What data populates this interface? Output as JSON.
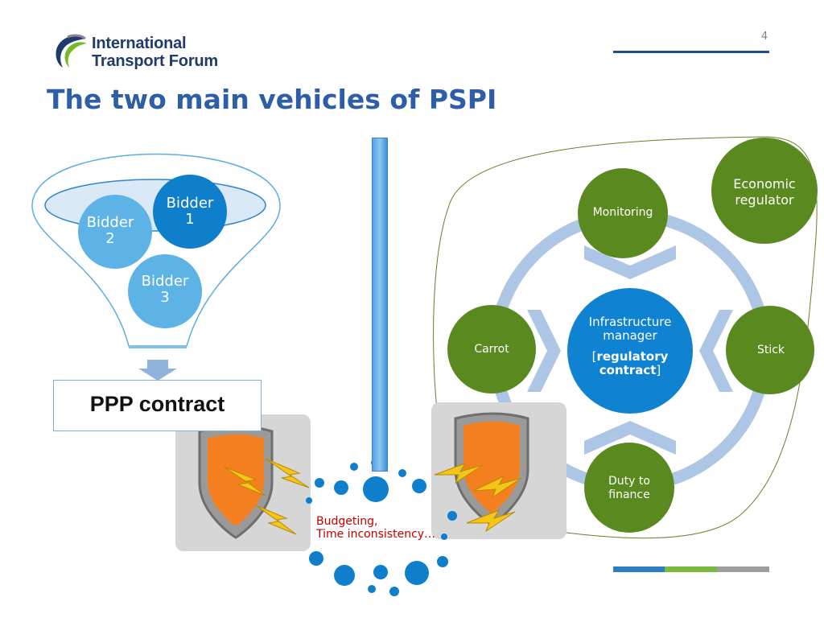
{
  "header": {
    "page_number": "4",
    "logo_line1": "International",
    "logo_line2": "Transport Forum",
    "title": "The two main vehicles of PSPI"
  },
  "ppp": {
    "bidder1": [
      "Bidder",
      "1"
    ],
    "bidder2": [
      "Bidder",
      "2"
    ],
    "bidder3": [
      "Bidder",
      "3"
    ],
    "contract_label": "PPP contract"
  },
  "regulatory": {
    "economic_regulator": [
      "Economic",
      "regulator"
    ],
    "monitoring": "Monitoring",
    "carrot": "Carrot",
    "stick": "Stick",
    "duty_to_finance": [
      "Duty to",
      "finance"
    ],
    "infrastructure_manager": [
      "Infrastructure",
      "manager"
    ],
    "regulatory_contract": [
      "regulatory",
      "contract"
    ]
  },
  "risk": {
    "budget_line1": "Budgeting,",
    "budget_line2": "Time inconsistency…"
  },
  "colors": {
    "title_blue": "#2f5ea8",
    "bidder_dark": "#0f7ecb",
    "bidder_light": "#5eb3e6",
    "node_green": "#5a8a1f",
    "center_blue": "#0f82d1",
    "arrow_pale": "#adc6e6",
    "shield_orange": "#f47f1f",
    "bolt_yellow": "#f5c518",
    "risk_red": "#c00000",
    "footer": [
      "#2d7dc5",
      "#79b940",
      "#9e9e9e"
    ]
  },
  "icons": [
    "itf-logo-icon",
    "funnel-icon",
    "down-arrow-icon",
    "shield-bolt-icon",
    "shield-bolt-icon"
  ]
}
